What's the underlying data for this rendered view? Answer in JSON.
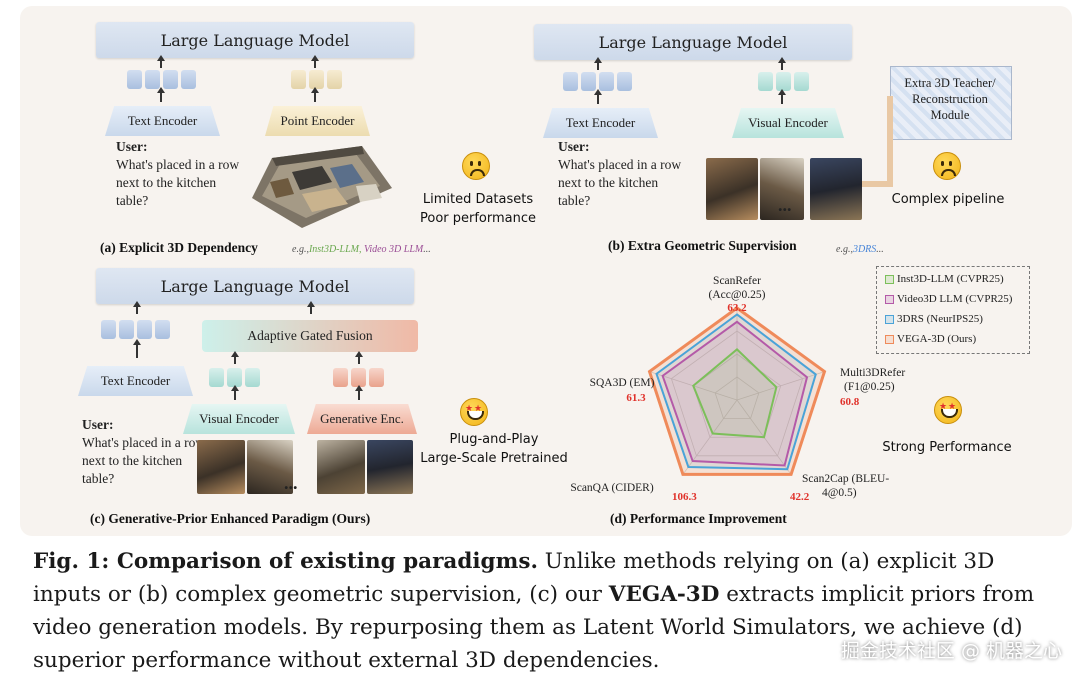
{
  "panel_a": {
    "llm": "Large Language Model",
    "text_encoder": "Text Encoder",
    "point_encoder": "Point Encoder",
    "user_label": "User:",
    "question": "What's placed in a row next to the kitchen table?",
    "note_line1": "Limited Datasets",
    "note_line2": "Poor performance",
    "caption": "(a) Explicit 3D Dependency",
    "eg_prefix": "e.g.,",
    "eg_item1": "Inst3D-LLM,",
    "eg_item2": "Video 3D LLM",
    "eg_suffix": "..."
  },
  "panel_b": {
    "llm": "Large Language Model",
    "text_encoder": "Text Encoder",
    "visual_encoder": "Visual Encoder",
    "teacher_line1": "Extra 3D Teacher/",
    "teacher_line2": "Reconstruction",
    "teacher_line3": "Module",
    "user_label": "User:",
    "question": "What's placed in a row next to the kitchen table?",
    "ellipsis": "...",
    "note": "Complex pipeline",
    "caption": "(b) Extra Geometric Supervision",
    "eg_prefix": "e.g.,",
    "eg_item1": "3DRS",
    "eg_suffix": "..."
  },
  "panel_c": {
    "llm": "Large Language Model",
    "fusion": "Adaptive Gated Fusion",
    "text_encoder": "Text Encoder",
    "visual_encoder": "Visual Encoder",
    "generative_encoder": "Generative Enc.",
    "user_label": "User:",
    "question": "What's placed in a row next to the kitchen table?",
    "ellipsis": "...",
    "note_line1": "Plug-and-Play",
    "note_line2": "Large-Scale Pretrained",
    "caption": "(c) Generative-Prior Enhanced Paradigm (Ours)"
  },
  "panel_d": {
    "caption": "(d) Performance Improvement",
    "note": "Strong Performance",
    "axis_scanrefer_1": "ScanRefer",
    "axis_scanrefer_2": "(Acc@0.25)",
    "axis_multi3d_1": "Multi3DRefer",
    "axis_multi3d_2": "(F1@0.25)",
    "axis_scan2cap_1": "Scan2Cap (BLEU-",
    "axis_scan2cap_2": "4@0.5)",
    "axis_scanqa": "ScanQA (CIDER)",
    "axis_sqa3d": "SQA3D (EM)",
    "val_scanrefer": "63.2",
    "val_multi3d": "60.8",
    "val_scan2cap": "42.2",
    "val_scanqa": "106.3",
    "val_sqa3d": "61.3",
    "legend": [
      {
        "label": "Inst3D-LLM (CVPR25)",
        "color": "#7cbf5a"
      },
      {
        "label": "Video3D LLM (CVPR25)",
        "color": "#b45aa8"
      },
      {
        "label": "3DRS (NeurIPS25)",
        "color": "#4aa3d8"
      },
      {
        "label": "VEGA-3D (Ours)",
        "color": "#ef8a5a"
      }
    ]
  },
  "chart_data": {
    "type": "radar",
    "title": "",
    "axes": [
      "ScanRefer (Acc@0.25)",
      "Multi3DRefer (F1@0.25)",
      "Scan2Cap (BLEU-4@0.5)",
      "ScanQA (CIDER)",
      "SQA3D (EM)"
    ],
    "series": [
      {
        "name": "Inst3D-LLM (CVPR25)",
        "values": [
          0.55,
          0.45,
          0.5,
          0.45,
          0.5
        ]
      },
      {
        "name": "Video3D LLM (CVPR25)",
        "values": [
          0.85,
          0.8,
          0.88,
          0.82,
          0.85
        ]
      },
      {
        "name": "3DRS (NeurIPS25)",
        "values": [
          0.93,
          0.9,
          0.93,
          0.9,
          0.92
        ]
      },
      {
        "name": "VEGA-3D (Ours)",
        "values": [
          1.0,
          1.0,
          1.0,
          1.0,
          1.0
        ]
      }
    ],
    "value_labels": {
      "ScanRefer (Acc@0.25)": 63.2,
      "Multi3DRefer (F1@0.25)": 60.8,
      "Scan2Cap (BLEU-4@0.5)": 42.2,
      "ScanQA (CIDER)": 106.3,
      "SQA3D (EM)": 61.3
    }
  },
  "caption": {
    "fig_label": "Fig. 1: Comparison of existing paradigms.",
    "text1": " Unlike methods relying on (a) explicit 3D inputs or (b) complex geometric supervision, (c) our ",
    "name": "VEGA-3D",
    "text2": " extracts implicit priors from video generation models. By repurposing them as Latent World Simulators, we achieve (d) superior performance without external 3D dependencies."
  },
  "watermark": "掘金技术社区 @ 机器之心"
}
